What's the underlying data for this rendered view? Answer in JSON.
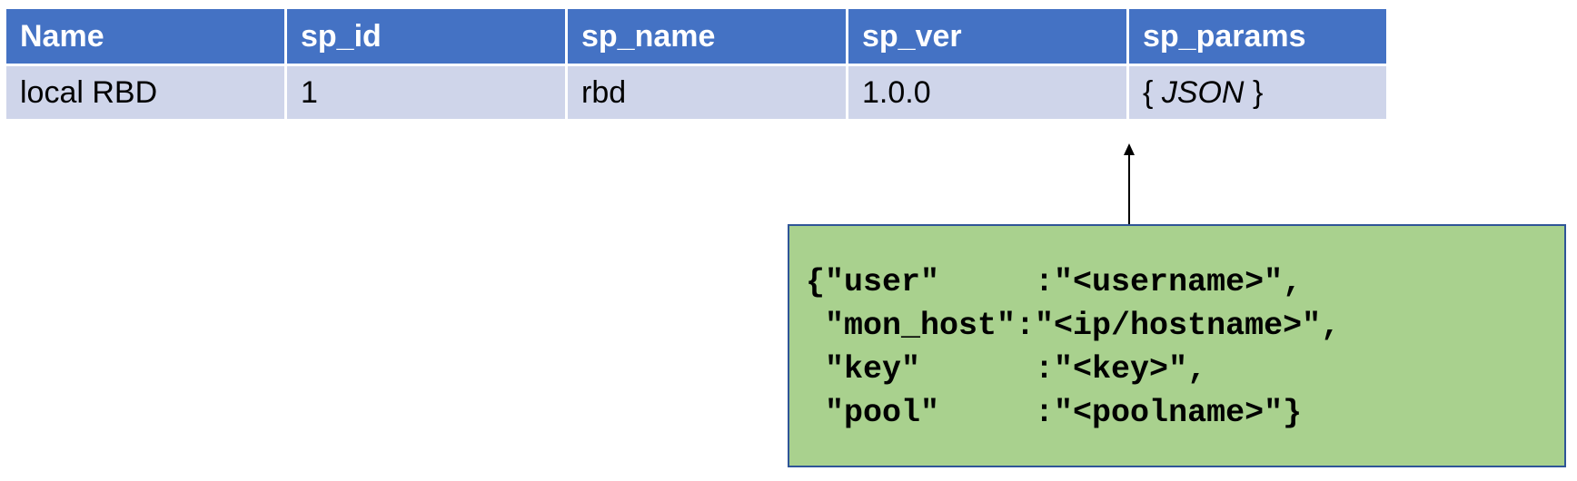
{
  "table": {
    "headers": [
      "Name",
      "sp_id",
      "sp_name",
      "sp_ver",
      "sp_params"
    ],
    "row": {
      "name": "local RBD",
      "sp_id": "1",
      "sp_name": "rbd",
      "sp_ver": "1.0.0",
      "sp_params": {
        "open": "{ ",
        "italic": "JSON",
        "close": " }"
      }
    },
    "colors": {
      "header_bg": "#4472c4",
      "row_bg": "#cfd5ea"
    }
  },
  "json_box": {
    "lines": [
      "{\"user\"     :\"<username>\",",
      " \"mon_host\":\"<ip/hostname>\",",
      " \"key\"      :\"<key>\",",
      " \"pool\"     :\"<poolname>\"}"
    ],
    "colors": {
      "background": "#a9d18e",
      "border": "#2f5597"
    }
  }
}
